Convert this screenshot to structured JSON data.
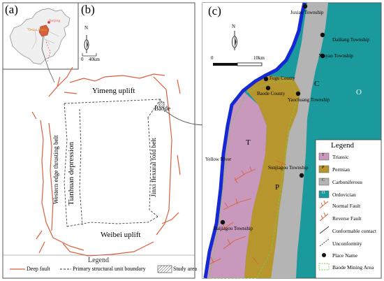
{
  "panel_a": {
    "label": "(a)",
    "places": [
      "Beijing",
      "Ordos Basin"
    ]
  },
  "panel_b": {
    "label": "(b)",
    "north": "N",
    "scale_zero": "0",
    "scale_end": "40km",
    "regions": {
      "yimeng": "Yimeng uplift",
      "western": "Western edge thrusting belt",
      "tianhuan": "Tianhuan depression",
      "jinxi": "Jinxi flexural fold belt",
      "weibei": "Weibei uplift",
      "baode": "Baode"
    },
    "legend": {
      "title": "Legend",
      "deep_fault": "Deep fault",
      "boundary": "Primary structural unit boundary",
      "study_area": "Study area"
    }
  },
  "panel_c": {
    "label": "(c)",
    "north": "N",
    "scale_zero": "0",
    "scale_end": "10km",
    "townships": {
      "juxian": "Juxian Township",
      "dailiang": "Dailiang Township",
      "xinyao": "Xinyao Township",
      "fugu": "Fugu County",
      "baode": "Baode County",
      "yaochuang": "Yaochuang Township",
      "sunjiagou": "Sunjiagou Township",
      "baijiagou": "Baijiagou Township"
    },
    "river": "Yellow River",
    "units": {
      "T": "T",
      "P": "P",
      "C": "C",
      "O": "O"
    },
    "legend": {
      "title": "Legend",
      "items": [
        {
          "key": "T",
          "label": "Triassic"
        },
        {
          "key": "P",
          "label": "Permian"
        },
        {
          "key": "C",
          "label": "Carboniferous"
        },
        {
          "key": "O",
          "label": "Ordovician"
        },
        {
          "key": "",
          "label": "Normal Fault"
        },
        {
          "key": "",
          "label": "Reverse Fault"
        },
        {
          "key": "",
          "label": "Conformable contact"
        },
        {
          "key": "",
          "label": "Unconformity"
        },
        {
          "key": "",
          "label": "Place Name"
        },
        {
          "key": "",
          "label": "Baode Mining Area"
        }
      ]
    }
  },
  "colors": {
    "triassic": "#c898bd",
    "permian": "#b8962e",
    "carboniferous": "#b4b4b4",
    "ordovician": "#1a9a9c",
    "river": "#1428d6",
    "fault": "#d9603a",
    "mining": "#78c850",
    "china_map": "#f0f0f0",
    "ordos": "#d6603a"
  }
}
